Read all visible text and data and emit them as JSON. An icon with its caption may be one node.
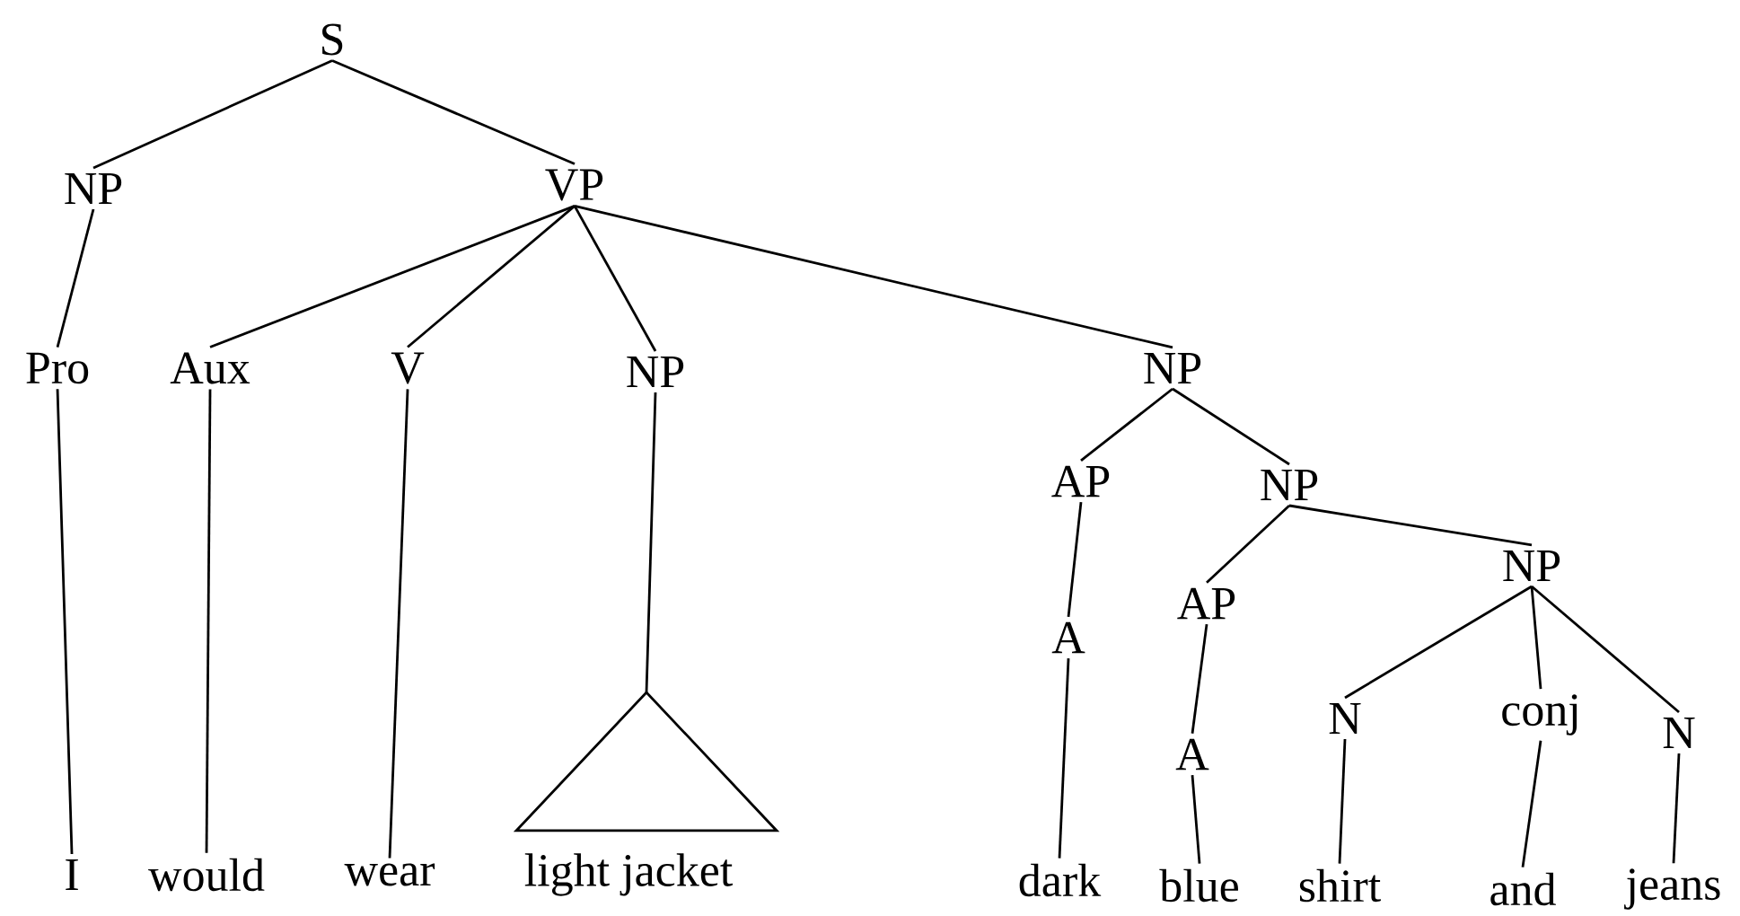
{
  "diagram": {
    "nodes": [
      {
        "text": [
          "S"
        ]
      },
      {
        "text": [
          "NP"
        ]
      },
      {
        "text": [
          "VP"
        ]
      },
      {
        "text": [
          "Pro"
        ]
      },
      {
        "text": [
          "Aux"
        ]
      },
      {
        "text": [
          "V"
        ]
      },
      {
        "text": [
          "NP"
        ]
      },
      {
        "text": [
          "NP"
        ]
      },
      {
        "text": [
          "AP"
        ]
      },
      {
        "text": [
          "NP"
        ]
      },
      {
        "text": [
          "A"
        ]
      },
      {
        "text": [
          "AP"
        ]
      },
      {
        "text": [
          "NP"
        ]
      },
      {
        "text": [
          "A"
        ]
      },
      {
        "text": [
          "N"
        ]
      },
      {
        "text": [
          "conj"
        ]
      },
      {
        "text": [
          "N"
        ]
      },
      {
        "text": [],
        "shape": "triangle"
      },
      {
        "text": [
          "I"
        ]
      },
      {
        "text": [
          "would"
        ]
      },
      {
        "text": [
          "wear"
        ]
      },
      {
        "text": [
          "light jacket"
        ]
      },
      {
        "text": [
          "dark"
        ]
      },
      {
        "text": [
          "blue"
        ]
      },
      {
        "text": [
          "shirt"
        ]
      },
      {
        "text": [
          "and"
        ]
      },
      {
        "text": [
          "jeans"
        ]
      }
    ],
    "edges": [
      {
        "from": 0,
        "to": 1,
        "arrow": "none"
      },
      {
        "from": 0,
        "to": 2,
        "arrow": "none"
      },
      {
        "from": 1,
        "to": 3,
        "arrow": "none"
      },
      {
        "from": 2,
        "to": 4,
        "arrow": "none"
      },
      {
        "from": 2,
        "to": 5,
        "arrow": "none"
      },
      {
        "from": 2,
        "to": 6,
        "arrow": "none"
      },
      {
        "from": 2,
        "to": 7,
        "arrow": "none"
      },
      {
        "from": 3,
        "to": 18,
        "arrow": "none"
      },
      {
        "from": 4,
        "to": 19,
        "arrow": "none"
      },
      {
        "from": 5,
        "to": 20,
        "arrow": "none"
      },
      {
        "from": 6,
        "to": 17,
        "arrow": "none"
      },
      {
        "from": 7,
        "to": 8,
        "arrow": "none"
      },
      {
        "from": 7,
        "to": 9,
        "arrow": "none"
      },
      {
        "from": 8,
        "to": 10,
        "arrow": "none"
      },
      {
        "from": 9,
        "to": 11,
        "arrow": "none"
      },
      {
        "from": 9,
        "to": 12,
        "arrow": "none"
      },
      {
        "from": 10,
        "to": 22,
        "arrow": "none"
      },
      {
        "from": 11,
        "to": 13,
        "arrow": "none"
      },
      {
        "from": 13,
        "to": 23,
        "arrow": "none"
      },
      {
        "from": 12,
        "to": 14,
        "arrow": "none"
      },
      {
        "from": 12,
        "to": 15,
        "arrow": "none"
      },
      {
        "from": 12,
        "to": 16,
        "arrow": "none"
      },
      {
        "from": 14,
        "to": 24,
        "arrow": "none"
      },
      {
        "from": 15,
        "to": 25,
        "arrow": "none"
      },
      {
        "from": 16,
        "to": 26,
        "arrow": "none"
      }
    ]
  }
}
